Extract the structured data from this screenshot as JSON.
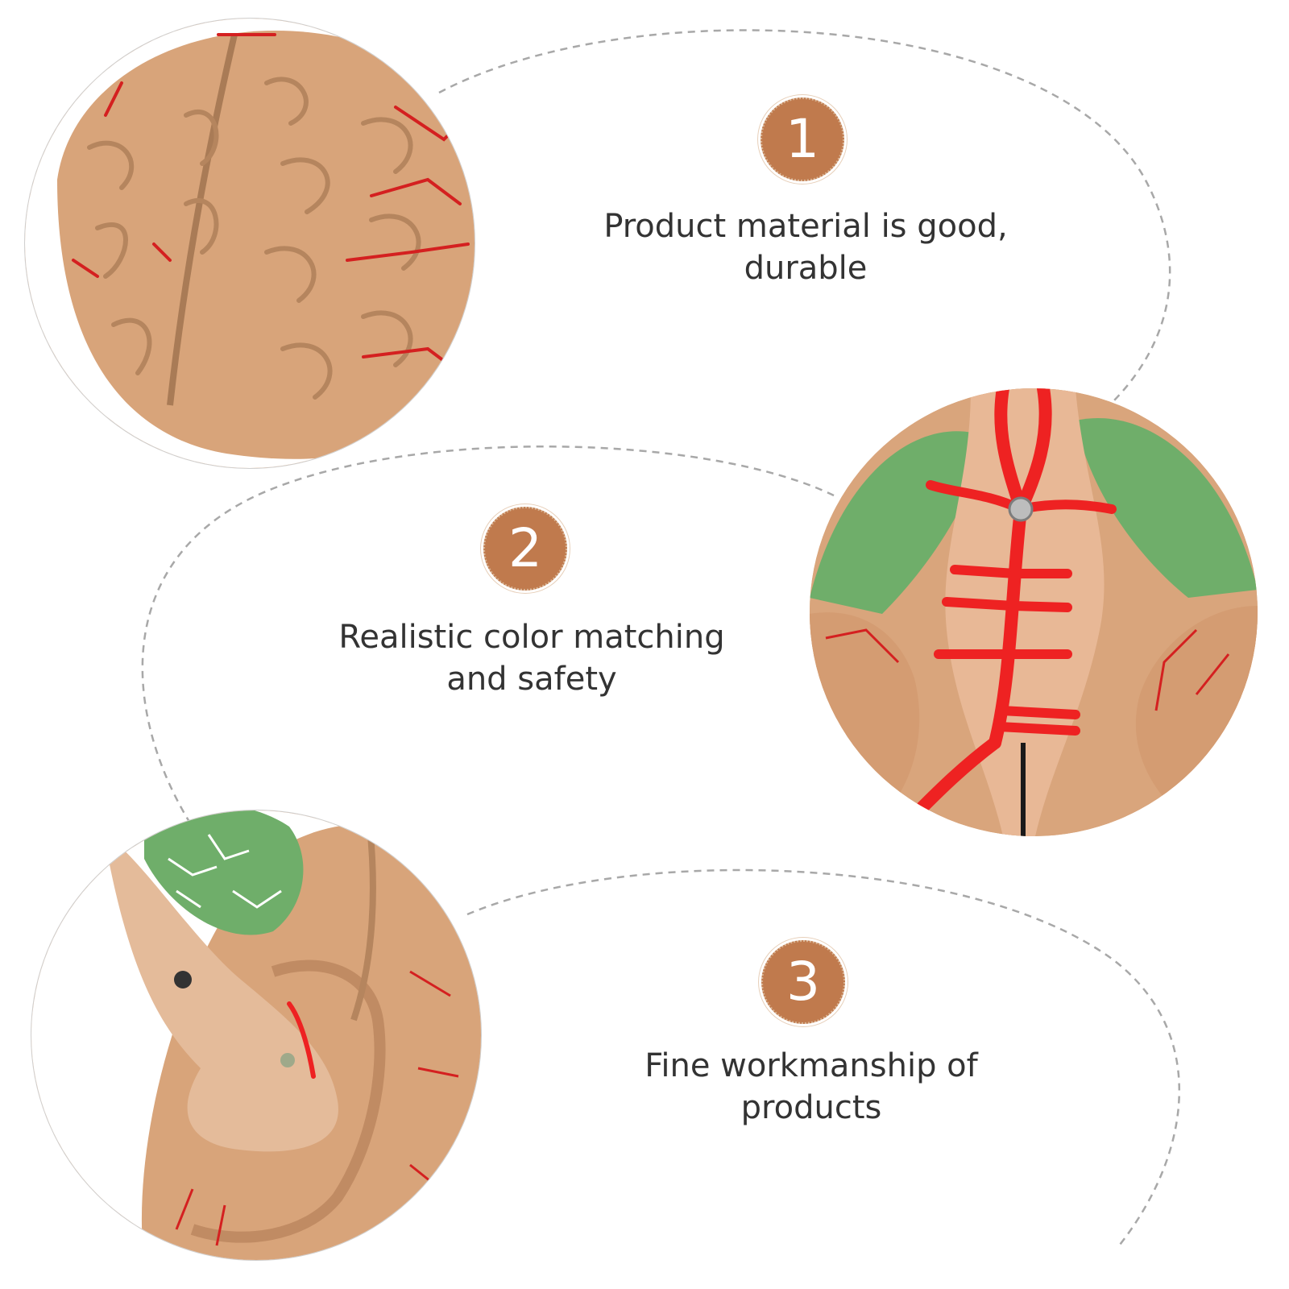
{
  "features": [
    {
      "number": "1",
      "lines": [
        "Product material is good,",
        "durable"
      ]
    },
    {
      "number": "2",
      "lines": [
        "Realistic color matching",
        "and safety"
      ]
    },
    {
      "number": "3",
      "lines": [
        "Fine workmanship of",
        "products"
      ]
    }
  ],
  "colors": {
    "badge": "#c07a4d",
    "text": "#333333",
    "dash": "#a8a8a8",
    "brain_tan": "#d9a57c",
    "vessel_red": "#e02020",
    "cerebellum_green": "#6fae6a"
  },
  "images": [
    {
      "subject": "brain-model-top-view"
    },
    {
      "subject": "brain-model-underside-with-arteries"
    },
    {
      "subject": "brain-model-sagittal-section"
    }
  ]
}
